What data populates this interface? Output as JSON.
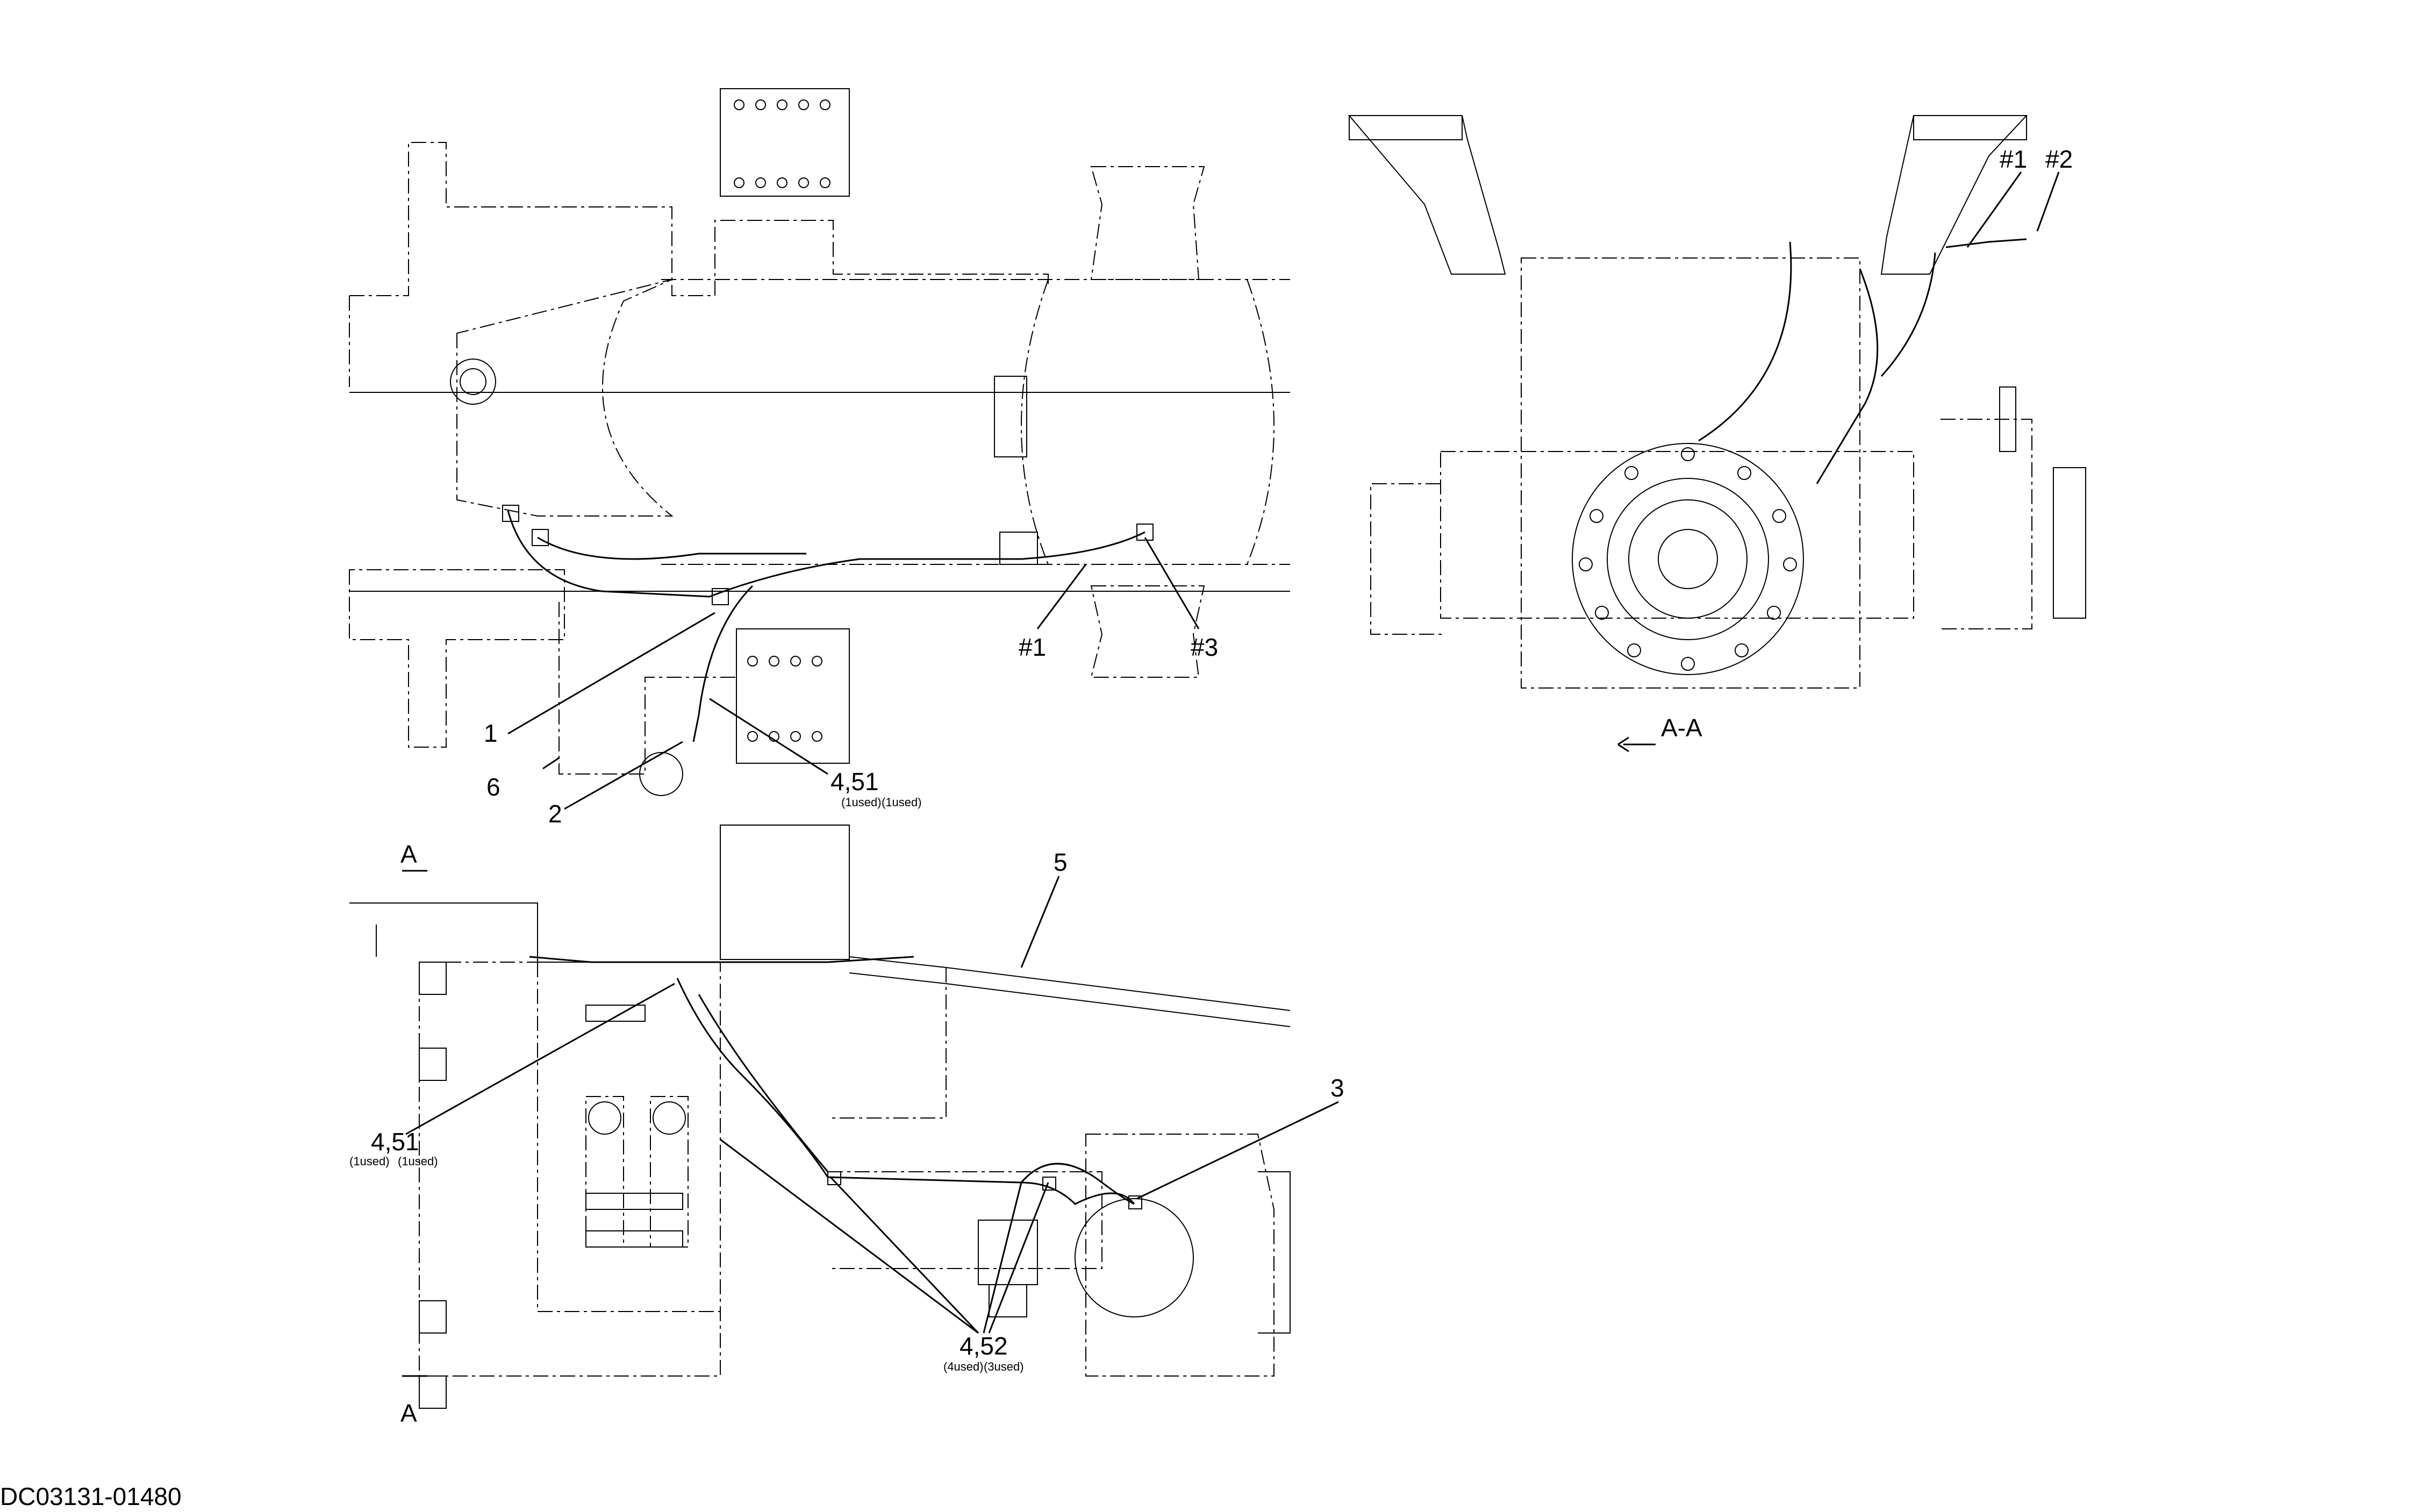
{
  "views": {
    "section_label": "A-A",
    "arrow_label_top": "A",
    "arrow_label_bottom": "A"
  },
  "callouts": {
    "c1": "1",
    "c2": "2",
    "c3": "3",
    "c5": "5",
    "c6": "6",
    "hash1_top": "#1",
    "hash3_top": "#3",
    "hash1_section": "#1",
    "hash2_section": "#2",
    "c451_top": "4,51",
    "c451_top_sub_a": "(1used)",
    "c451_top_sub_b": "(1used)",
    "c451_bottom": "4,51",
    "c451_bottom_sub_a": "(1used)",
    "c451_bottom_sub_b": "(1used)",
    "c452": "4,52",
    "c452_sub_a": "(4used)",
    "c452_sub_b": "(3used)"
  },
  "drawing_code": "DC03131-01480"
}
